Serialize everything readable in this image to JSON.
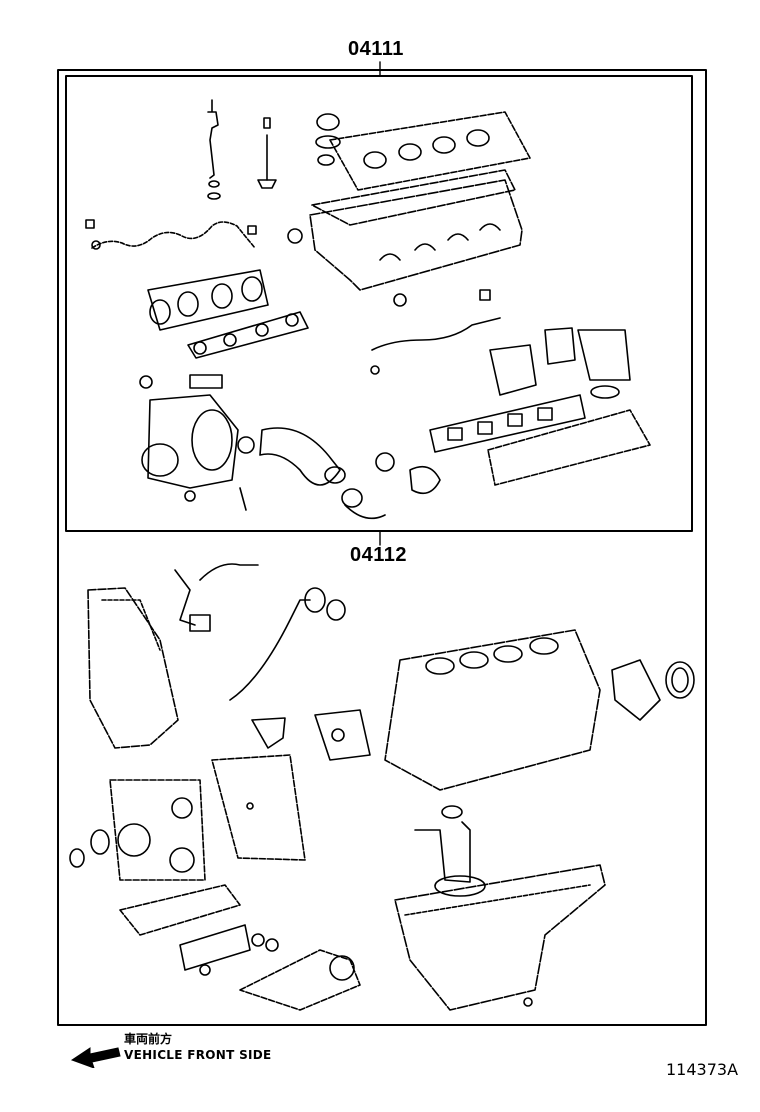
{
  "labels": {
    "upper_kit": "04111",
    "lower_kit": "04112"
  },
  "legend": {
    "japanese": "車両前方",
    "english": "VEHICLE FRONT SIDE",
    "arrow_icon": "arrow-left-icon"
  },
  "reference_number": "114373A"
}
